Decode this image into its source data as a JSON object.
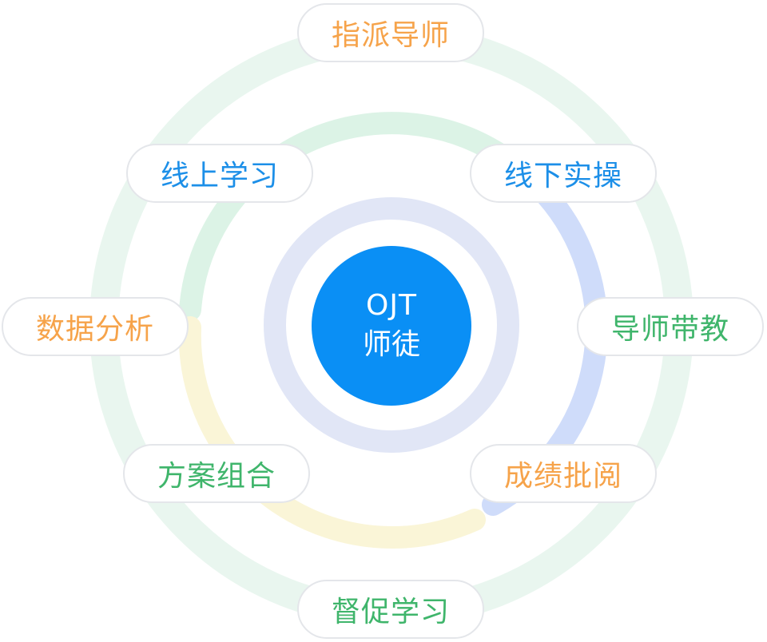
{
  "center": {
    "line1": "OJT",
    "line2": "师徒"
  },
  "nodes": [
    {
      "key": "assign",
      "label": "指派导师",
      "color": "#f6a34a"
    },
    {
      "key": "online",
      "label": "线上学习",
      "color": "#1c8fe8"
    },
    {
      "key": "offline",
      "label": "线下实操",
      "color": "#1c8fe8"
    },
    {
      "key": "analysis",
      "label": "数据分析",
      "color": "#f6a34a"
    },
    {
      "key": "mentor",
      "label": "导师带教",
      "color": "#3fb56b"
    },
    {
      "key": "combo",
      "label": "方案组合",
      "color": "#3fb56b"
    },
    {
      "key": "grading",
      "label": "成绩批阅",
      "color": "#f6a34a"
    },
    {
      "key": "supervise",
      "label": "督促学习",
      "color": "#3fb56b"
    }
  ],
  "ring_colors": {
    "outer": "#e9f6ef",
    "middle_green": "#dcf3e6",
    "middle_blue": "#cfdcfa",
    "middle_yellow": "#faf5d7",
    "inner": "#e1e6f6"
  }
}
